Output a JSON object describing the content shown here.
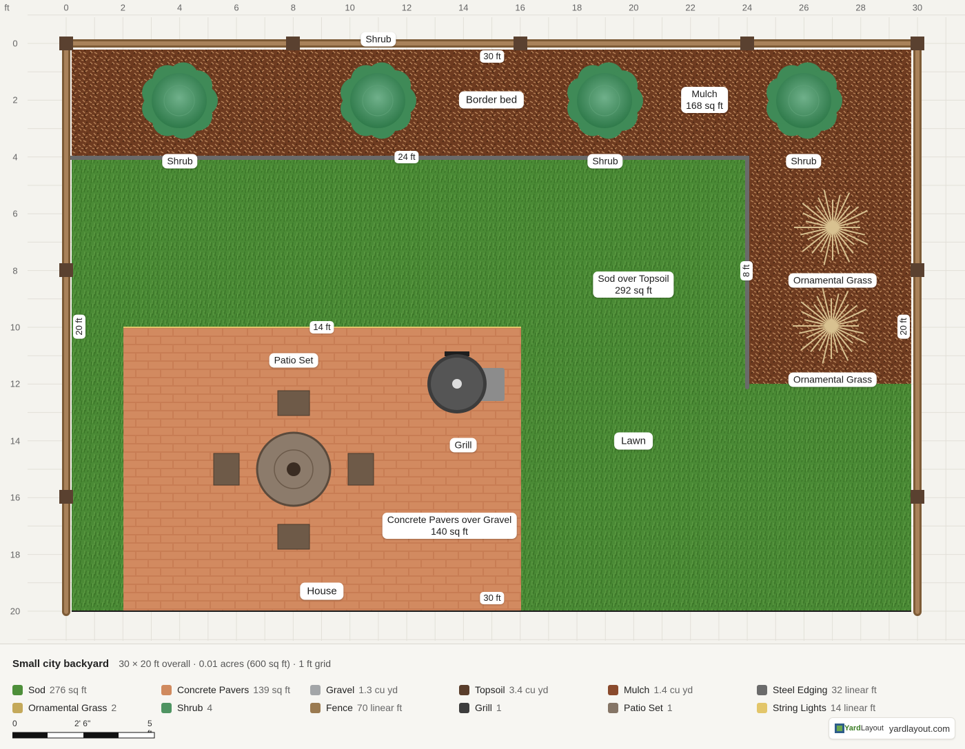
{
  "units_label": "ft",
  "x_ticks": [
    "0",
    "2",
    "4",
    "6",
    "8",
    "10",
    "12",
    "14",
    "16",
    "18",
    "20",
    "22",
    "24",
    "26",
    "28",
    "30"
  ],
  "y_ticks": [
    "0",
    "2",
    "4",
    "6",
    "8",
    "10",
    "12",
    "14",
    "16",
    "18",
    "20"
  ],
  "labels": {
    "shrub_top": "Shrub",
    "border_bed": "Border bed",
    "mulch_title": "Mulch",
    "mulch_area": "168 sq ft",
    "shrub_1": "Shrub",
    "shrub_2": "Shrub",
    "shrub_3": "Shrub",
    "sod_title": "Sod over Topsoil",
    "sod_area": "292 sq ft",
    "ornamental_1": "Ornamental Grass",
    "ornamental_2": "Ornamental Grass",
    "patio_set": "Patio Set",
    "grill": "Grill",
    "lawn": "Lawn",
    "pavers_title": "Concrete Pavers over Gravel",
    "pavers_area": "140 sq ft",
    "house": "House"
  },
  "dimensions": {
    "top": "30 ft",
    "edging_h": "24 ft",
    "edging_v": "8 ft",
    "patio_w": "14 ft",
    "left": "20 ft",
    "right": "20 ft",
    "bottom": "30 ft"
  },
  "footer": {
    "title": "Small city backyard",
    "summary": "30 × 20 ft overall · 0.01 acres (600 sq ft) · 1 ft grid"
  },
  "legend": [
    {
      "name": "Sod",
      "value": "276 sq ft",
      "color": "#4e8f3a"
    },
    {
      "name": "Concrete Pavers",
      "value": "139 sq ft",
      "color": "#d08a5e"
    },
    {
      "name": "Gravel",
      "value": "1.3 cu yd",
      "color": "#a3a6a8"
    },
    {
      "name": "Topsoil",
      "value": "3.4 cu yd",
      "color": "#5a3e2b"
    },
    {
      "name": "Mulch",
      "value": "1.4 cu yd",
      "color": "#8a4a2c"
    },
    {
      "name": "Steel Edging",
      "value": "32 linear ft",
      "color": "#6b6b6b"
    },
    {
      "name": "Ornamental Grass",
      "value": "2",
      "color": "#c4a95a"
    },
    {
      "name": "Shrub",
      "value": "4",
      "color": "#4f9462"
    },
    {
      "name": "Fence",
      "value": "70 linear ft",
      "color": "#9a7a50"
    },
    {
      "name": "Grill",
      "value": "1",
      "color": "#3d3d3d"
    },
    {
      "name": "Patio Set",
      "value": "1",
      "color": "#857566"
    },
    {
      "name": "String Lights",
      "value": "14 linear ft",
      "color": "#e3c66a"
    }
  ],
  "scale": {
    "start": "0",
    "mid": "2' 6\"",
    "end": "5 ft"
  },
  "brand": {
    "logo_green": "Yard",
    "logo_rest": "Layout",
    "url": "yardlayout.com"
  }
}
